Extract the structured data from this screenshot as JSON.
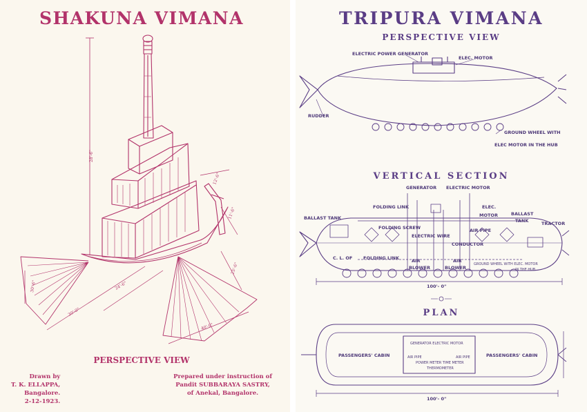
{
  "left": {
    "title": "SHAKUNA VIMANA",
    "subtitle": "PERSPECTIVE VIEW",
    "credit_left": [
      "Drawn by",
      "T. K. ELLAPPA,",
      "Bangalore.",
      "2-12-1923."
    ],
    "credit_right": [
      "Prepared under instruction of",
      "Pandit SUBBARAYA SASTRY,",
      "of Anekal, Bangalore."
    ],
    "colors": {
      "ink": "#b2336a",
      "paper": "#fbf7ee"
    }
  },
  "right": {
    "title": "TRIPURA VIMANA",
    "perspective": {
      "heading": "PERSPECTIVE VIEW",
      "labels": {
        "generator": "ELECTRIC POWER GENERATOR",
        "motor": "ELEC. MOTOR",
        "rudder": "RUDDER",
        "wheel1": "GROUND WHEEL WITH",
        "wheel2": "ELEC MOTOR IN THE HUB"
      }
    },
    "section": {
      "heading": "VERTICAL SECTION",
      "labels": {
        "generator": "GENERATOR",
        "electric_motor": "ELECTRIC MOTOR",
        "folding_link": "FOLDING LINK",
        "elec": "ELEC.",
        "motor": "MOTOR",
        "ballast_left": "BALLAST TANK",
        "ballast_right1": "BALLAST",
        "ballast_right2": "TANK",
        "tractor": "TRACTOR",
        "air_pipe": "AIR PIPE",
        "folding_screw": "FOLDING SCREW",
        "electric_wire": "ELECTRIC  WIRE",
        "conductor": "CONDUCTOR",
        "cl": "C. L. OF",
        "folding_link2": "FOLDING LINK",
        "air1": "AIR",
        "blower1": "BLOWER",
        "air2": "AIR",
        "blower2": "BLOWER",
        "ground_wheel": "GROUND WHEEL WITH ELEC. MOTOR",
        "in_hub": "IN THE HUB",
        "dimension": "100'- 0\""
      }
    },
    "plan": {
      "heading": "PLAN",
      "labels": {
        "cabin_left": "PASSENGERS' CABIN",
        "cabin_right": "PASSENGERS' CABIN",
        "center_top": "GENERATOR  ELECTRIC MOTOR",
        "air_pipe_l": "AIR PIPE",
        "air_pipe_r": "AIR PIPE",
        "power_meter": "POWER METER  TIME METER",
        "thermometer": "THERMOMETER",
        "dimension": "100'- 0\""
      }
    },
    "colors": {
      "ink": "#5a3d85",
      "paper": "#fbf9f3"
    }
  }
}
